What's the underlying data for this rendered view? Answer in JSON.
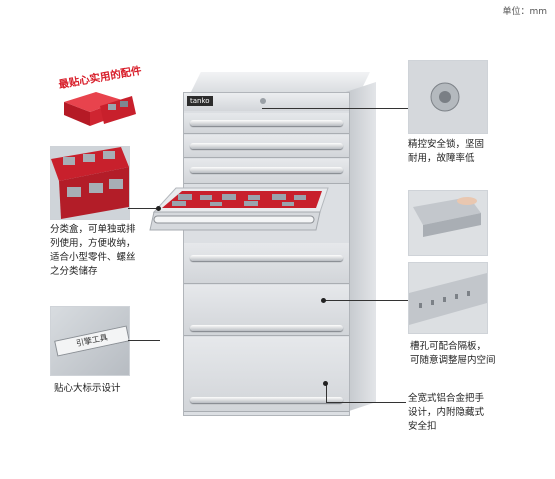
{
  "unit_label": "单位：mm",
  "headline": "最贴心实用的配件",
  "brand": "tanko",
  "features": {
    "lock": [
      "精控安全锁，坚固",
      "耐用，故障率低"
    ],
    "divider_box": [
      "分类盒，可单独或排",
      "列使用，方便收纳，",
      "适合小型零件、螺丝",
      "之分类储存"
    ],
    "label": [
      "贴心大标示设计"
    ],
    "slot": [
      "槽孔可配合隔板，",
      "可随意调整屉内空间"
    ],
    "handle": [
      "全宽式铝合金把手",
      "设计，内附隐藏式",
      "安全扣"
    ]
  },
  "label_plate_text": "引擎工具",
  "colors": {
    "accent": "#d81e2a",
    "cabinet": "#dcdfe3",
    "tray": "#c8202c"
  }
}
